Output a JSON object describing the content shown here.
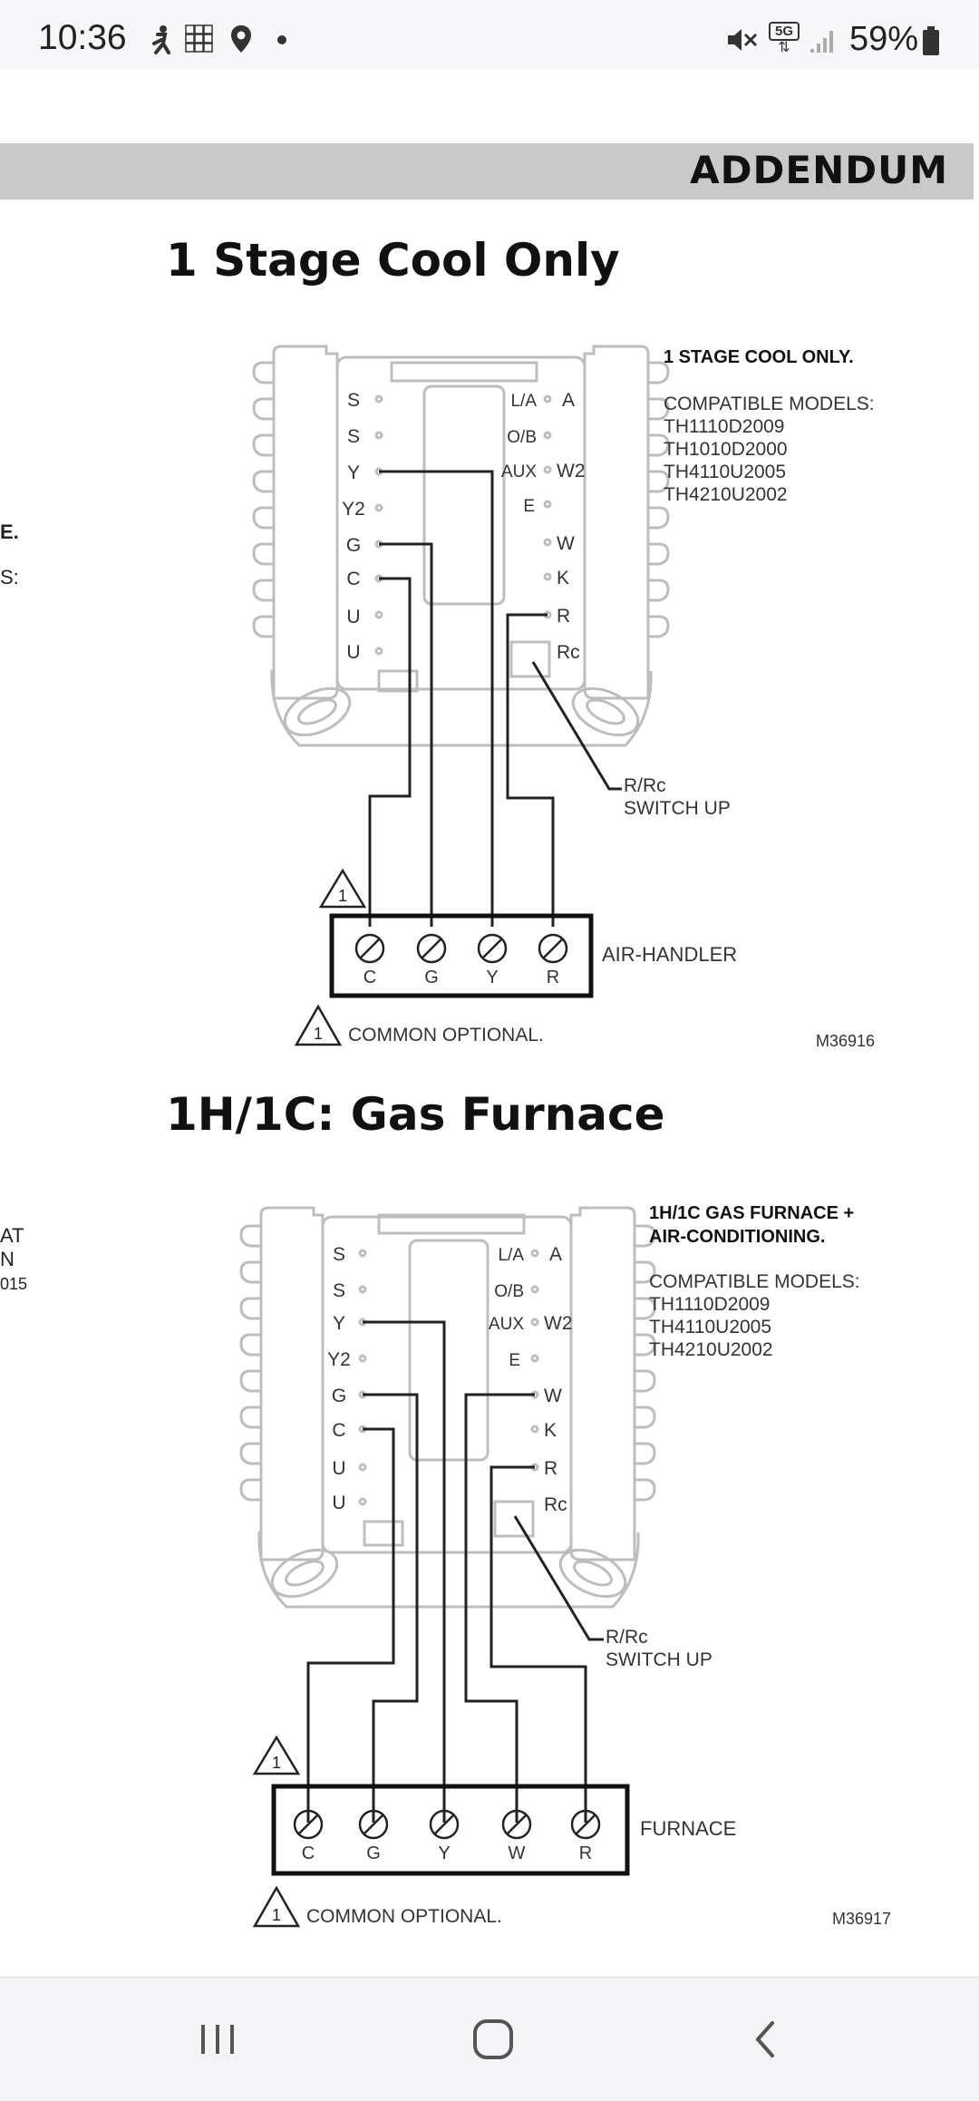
{
  "status_bar": {
    "time": "10:36",
    "battery": "59%",
    "network": "5G",
    "icons": [
      "accessibility-icon",
      "keypad-icon",
      "location-icon",
      "dot-icon",
      "mute-icon",
      "network-5g-icon",
      "signal-icon",
      "battery-icon"
    ]
  },
  "page": {
    "section_banner": "ADDENDUM",
    "left_fragments": [
      "E.",
      "S:",
      "AT",
      "N",
      "015"
    ]
  },
  "diagram1": {
    "heading": "1 Stage Cool Only",
    "title_lines": [
      "1 STAGE COOL ONLY."
    ],
    "compat_label": "COMPATIBLE MODELS:",
    "models": [
      "TH1110D2009",
      "TH1010D2000",
      "TH4110U2005",
      "TH4210U2002"
    ],
    "left_terminals": [
      "S",
      "S",
      "Y",
      "Y2",
      "G",
      "C",
      "U",
      "U"
    ],
    "right_terminals_a": [
      "L/A",
      "O/B",
      "AUX",
      "E"
    ],
    "right_terminals_b": [
      "A",
      "W2",
      "W",
      "K",
      "R",
      "Rc"
    ],
    "switch_label_1": "R/Rc",
    "switch_label_2": "SWITCH UP",
    "equipment_label": "AIR-HANDLER",
    "equipment_terminals": [
      "C",
      "G",
      "Y",
      "R"
    ],
    "note_marker": "1",
    "note": "COMMON OPTIONAL.",
    "figure_code": "M36916"
  },
  "diagram2": {
    "heading": "1H/1C: Gas Furnace",
    "title_lines": [
      "1H/1C GAS FURNACE +",
      "AIR-CONDITIONING."
    ],
    "compat_label": "COMPATIBLE MODELS:",
    "models": [
      "TH1110D2009",
      "TH4110U2005",
      "TH4210U2002"
    ],
    "left_terminals": [
      "S",
      "S",
      "Y",
      "Y2",
      "G",
      "C",
      "U",
      "U"
    ],
    "right_terminals_a": [
      "L/A",
      "O/B",
      "AUX",
      "E"
    ],
    "right_terminals_b": [
      "A",
      "W2",
      "W",
      "K",
      "R",
      "Rc"
    ],
    "switch_label_1": "R/Rc",
    "switch_label_2": "SWITCH UP",
    "equipment_label": "FURNACE",
    "equipment_terminals": [
      "C",
      "G",
      "Y",
      "W",
      "R"
    ],
    "note_marker": "1",
    "note": "COMMON OPTIONAL.",
    "figure_code": "M36917"
  },
  "nav_bar": {
    "buttons": [
      "recents-button",
      "home-button",
      "back-button"
    ]
  }
}
